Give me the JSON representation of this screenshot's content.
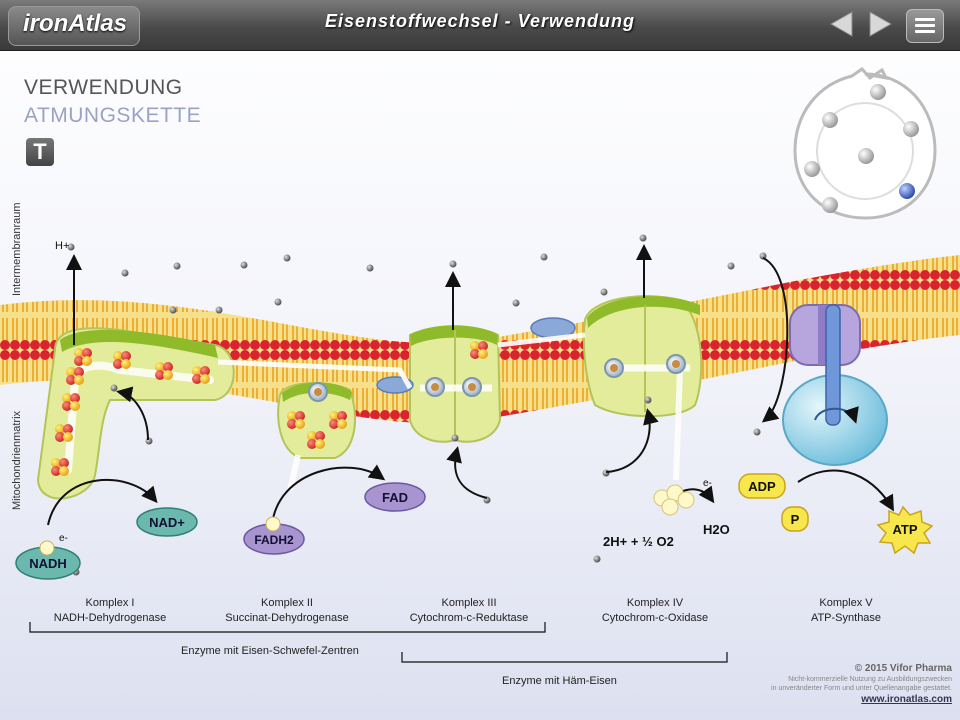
{
  "header": {
    "logo": "ironAtlas",
    "title": "Eisenstoffwechsel - Verwendung"
  },
  "section": {
    "title": "VERWENDUNG",
    "subtitle": "ATMUNGSKETTE",
    "text_button": "T"
  },
  "side_labels": {
    "top": "Intermembranraum",
    "bottom": "Mitochondrienmatrix"
  },
  "labels": {
    "h_plus": "H+",
    "e_minus": "e-",
    "nadh": "NADH",
    "nad_plus": "NAD+",
    "fadh2": "FADH2",
    "fad": "FAD",
    "water_reaction": "2H+ + ½ O2",
    "water": "H2O",
    "adp": "ADP",
    "p": "P",
    "atp": "ATP"
  },
  "complexes": [
    {
      "name": "Komplex I",
      "enzyme": "NADH-Dehydrogenase"
    },
    {
      "name": "Komplex II",
      "enzyme": "Succinat-Dehydrogenase"
    },
    {
      "name": "Komplex III",
      "enzyme": "Cytochrom-c-Reduktase"
    },
    {
      "name": "Komplex IV",
      "enzyme": "Cytochrom-c-Oxidase"
    },
    {
      "name": "Komplex V",
      "enzyme": "ATP-Synthase"
    }
  ],
  "groups": {
    "iron_sulfur": "Enzyme mit Eisen-Schwefel-Zentren",
    "heme": "Enzyme mit Häm-Eisen"
  },
  "footer": {
    "copyright": "© 2015 Vifor Pharma",
    "note1": "Nicht-kommerzielle Nutzung zu Ausbildungszwecken",
    "note2": "in unveränderter Form und unter Quellenangabe gestattet.",
    "link": "www.ironatlas.com"
  },
  "colors": {
    "membrane_lipid": "#f3c33c",
    "membrane_head": "#d9232e",
    "protein": "#e3ec9a",
    "protein_top": "#8fbb2b",
    "nadh": "#6bb9ae",
    "fadh2": "#a895cf",
    "atp": "#f7e64c"
  }
}
